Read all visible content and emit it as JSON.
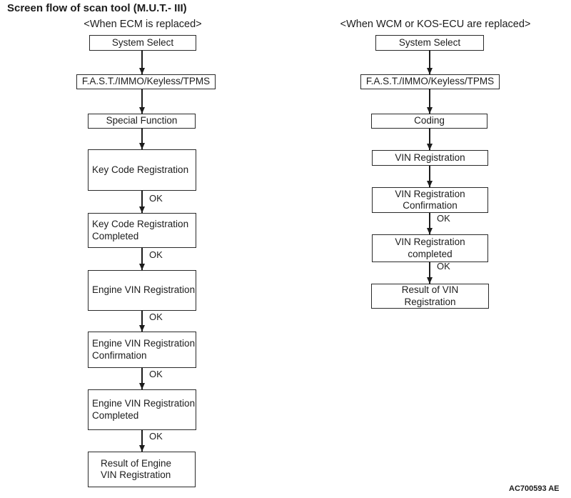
{
  "page": {
    "title": "Screen flow of scan tool (M.U.T.- III)",
    "figure_code": "AC700593 AE",
    "ok_label": "OK"
  },
  "left_flow": {
    "header": "<When ECM is replaced>",
    "steps": [
      {
        "label": "System Select"
      },
      {
        "label": "F.A.S.T./IMMO/Keyless/TPMS"
      },
      {
        "label": "Special Function"
      },
      {
        "label": "Key Code Registration"
      },
      {
        "label": "Key Code Registration\nCompleted"
      },
      {
        "label": "Engine VIN Registration"
      },
      {
        "label": "Engine VIN Registration\nConfirmation"
      },
      {
        "label": "Engine VIN Registration\nCompleted"
      },
      {
        "label": "Result of Engine\nVIN Registration"
      }
    ]
  },
  "right_flow": {
    "header": "<When WCM or KOS-ECU are replaced>",
    "steps": [
      {
        "label": "System Select"
      },
      {
        "label": "F.A.S.T./IMMO/Keyless/TPMS"
      },
      {
        "label": "Coding"
      },
      {
        "label": "VIN Registration"
      },
      {
        "label": "VIN Registration\nConfirmation"
      },
      {
        "label": "VIN Registration\ncompleted"
      },
      {
        "label": "Result of VIN\nRegistration"
      }
    ]
  }
}
